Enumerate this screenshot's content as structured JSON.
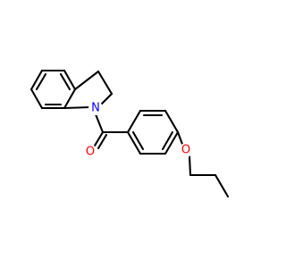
{
  "molecule": {
    "atoms": {
      "nitrogen": {
        "symbol": "N",
        "color": "#0000ff"
      },
      "carbonyl_oxygen": {
        "symbol": "O",
        "color": "#ff0000"
      },
      "ether_oxygen": {
        "symbol": "O",
        "color": "#ff0000"
      }
    },
    "bond_color": "#000000",
    "background": "#ffffff"
  }
}
